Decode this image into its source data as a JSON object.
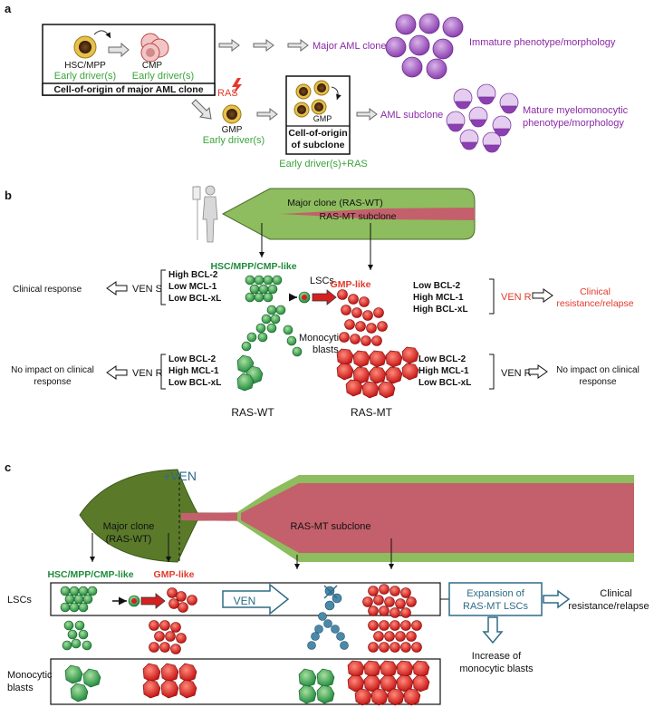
{
  "panel_a": {
    "label": "a",
    "hsc_label": "HSC/MPP",
    "hsc_driver": "Early driver(s)",
    "cmp_label": "CMP",
    "cmp_driver": "Early driver(s)",
    "origin_major": "Cell-of-origin of major AML clone",
    "major_clone": "Major AML clone",
    "immature": "Immature phenotype/morphology",
    "ras_label": "RAS",
    "gmp_label": "GMP",
    "gmp_driver": "Early driver(s)",
    "gmp_in_box": "GMP",
    "origin_sub_line1": "Cell-of-origin",
    "origin_sub_line2": "of subclone",
    "origin_sub_driver": "Early driver(s)+RAS",
    "aml_subclone": "AML subclone",
    "mature_line1": "Mature myelomonocytic",
    "mature_line2": "phenotype/morphology",
    "colors": {
      "green_text": "#3aa53a",
      "purple_text": "#8a2aa6",
      "red_text": "#e23a2a"
    }
  },
  "panel_b": {
    "label": "b",
    "major_clone": "Major clone (RAS-WT)",
    "subclone": "RAS-MT subclone",
    "hsc_like": "HSC/MPP/CMP-like",
    "lscs": "LSCs",
    "gmp_like": "GMP-like",
    "clinical_response": "Clinical response",
    "ven_s": "VEN S",
    "left_top_markers": [
      "High BCL-2",
      "Low MCL-1",
      "Low BCL-xL"
    ],
    "right_top_markers": [
      "Low BCL-2",
      "High MCL-1",
      "High BCL-xL"
    ],
    "ven_r_red": "VEN R",
    "clinical_resist_line1": "Clinical",
    "clinical_resist_line2": "resistance/relapse",
    "monocytic_line1": "Monocytic",
    "monocytic_line2": "blasts",
    "left_bottom_markers": [
      "Low BCL-2",
      "High MCL-1",
      "Low BCL-xL"
    ],
    "right_bottom_markers": [
      "Low BCL-2",
      "High MCL-1",
      "Low BCL-xL"
    ],
    "ven_r_left": "VEN R",
    "ven_r_right": "VEN R",
    "no_impact_left_line1": "No impact on clinical",
    "no_impact_left_line2": "response",
    "no_impact_right_line1": "No impact on clinical",
    "no_impact_right_line2": "response",
    "ras_wt": "RAS-WT",
    "ras_mt": "RAS-MT",
    "colors": {
      "clone_green": "#8dbd5e",
      "subclone_red": "#c4606b",
      "wt_cell": "#1f8a3c",
      "mt_cell": "#d42020"
    }
  },
  "panel_c": {
    "label": "c",
    "ven_marker": "+VEN",
    "major_clone_line1": "Major clone",
    "major_clone_line2": "(RAS-WT)",
    "subclone": "RAS-MT subclone",
    "hsc_like": "HSC/MPP/CMP-like",
    "gmp_like": "GMP-like",
    "lscs": "LSCs",
    "ven_arrow": "VEN",
    "expansion_line1": "Expansion of",
    "expansion_line2": "RAS-MT LSCs",
    "clinical_line1": "Clinical",
    "clinical_line2": "resistance/relapse",
    "increase_line1": "Increase of",
    "increase_line2": "monocytic blasts",
    "monocytic_line1": "Monocytic",
    "monocytic_line2": "blasts",
    "colors": {
      "clone_dark": "#5a7a2a",
      "box_blue": "#2e6b86"
    }
  }
}
